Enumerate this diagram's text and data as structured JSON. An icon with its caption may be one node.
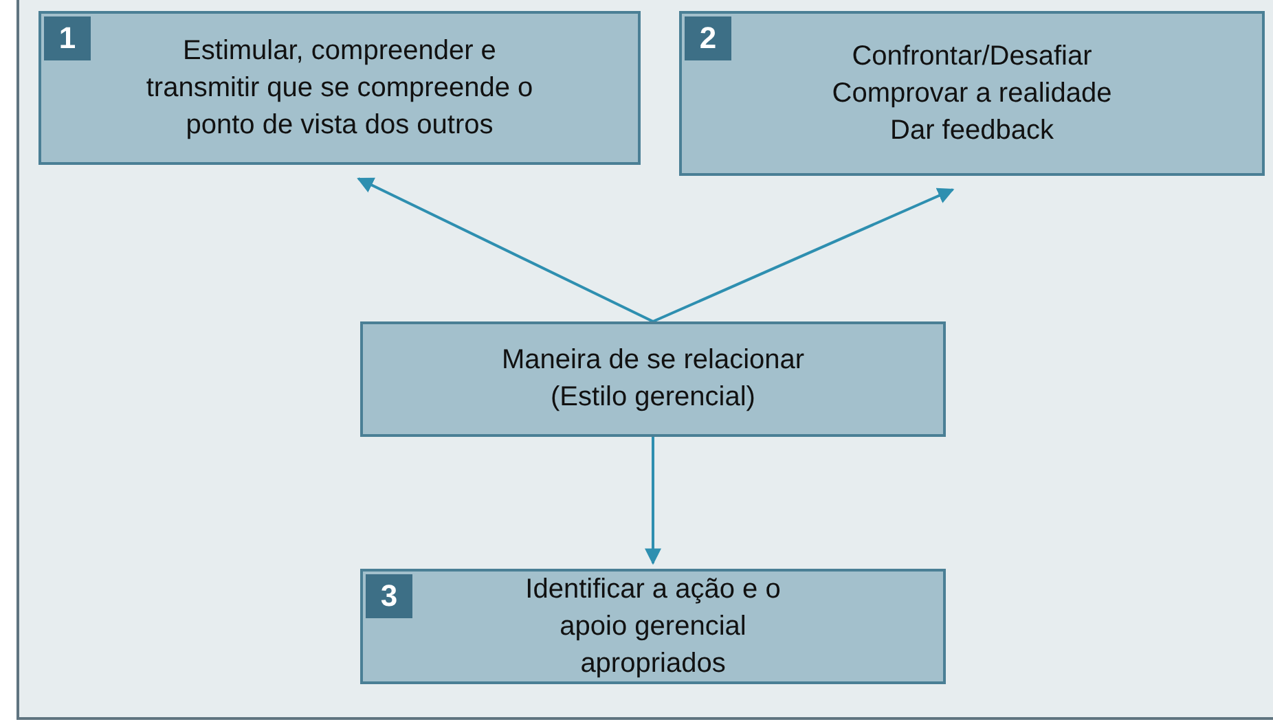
{
  "diagram": {
    "nodes": [
      {
        "text": [
          "1",
          "Estimular, compreender e transmitir que se compreende o ponto de vista dos outros"
        ]
      },
      {
        "text": [
          "2",
          "Confrontar/Desafiar Comprovar a realidade Dar feedback"
        ]
      },
      {
        "text": [
          "Maneira de se relacionar (Estilo gerencial)"
        ]
      },
      {
        "text": [
          "3",
          "Identificar a ação e o apoio gerencial apropriados"
        ]
      }
    ],
    "edges": [
      {
        "from": 2,
        "to": 0,
        "arrow": "to"
      },
      {
        "from": 2,
        "to": 1,
        "arrow": "to"
      },
      {
        "from": 2,
        "to": 3,
        "arrow": "to"
      }
    ]
  }
}
